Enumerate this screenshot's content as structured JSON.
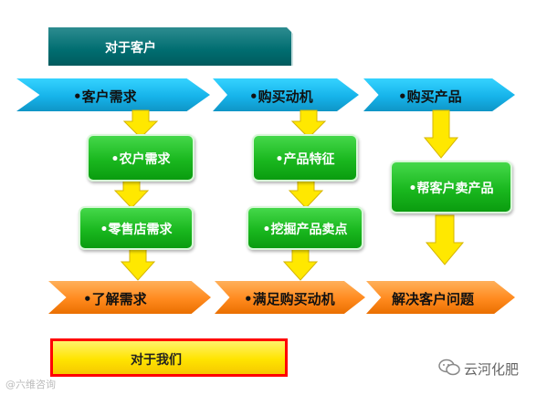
{
  "top_banner": "对于客户",
  "bottom_banner": "对于我们",
  "row_top": [
    "•客户需求",
    "•购买动机",
    "•购买产品"
  ],
  "col1": [
    "•农户需求",
    "•零售店需求"
  ],
  "col2": [
    "•产品特征",
    "•挖掘产品卖点"
  ],
  "col3": [
    "•帮客户卖产品"
  ],
  "row_bottom": [
    "•了解需求",
    "•满足购买动机",
    "解决客户问题"
  ],
  "watermark": "@六维咨询",
  "brand": "云河化肥",
  "colors": {
    "teal": "#006d70",
    "blue": "#16b3ea",
    "green": "#1ab81f",
    "orange": "#ff8a1e",
    "yellow": "#ffe400",
    "red_border": "#ff0000"
  }
}
